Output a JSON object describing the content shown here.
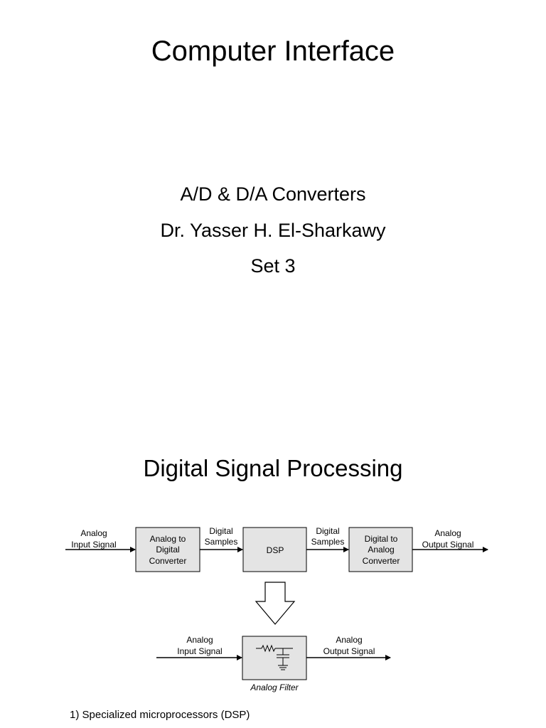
{
  "slide1": {
    "title": "Computer Interface",
    "subtitle_lines": [
      "A/D & D/A Converters",
      "Dr. Yasser H. El-Sharkawy",
      "Set 3"
    ]
  },
  "slide2": {
    "title": "Digital Signal Processing",
    "diagram": {
      "top_chain": {
        "input_label": [
          "Analog",
          "Input Signal"
        ],
        "adc_label": [
          "Analog to",
          "Digital",
          "Converter"
        ],
        "samples_label_1": [
          "Digital",
          "Samples"
        ],
        "dsp_label": "DSP",
        "samples_label_2": [
          "Digital",
          "Samples"
        ],
        "dac_label": [
          "Digital to",
          "Analog",
          "Converter"
        ],
        "output_label": [
          "Analog",
          "Output Signal"
        ]
      },
      "bottom_chain": {
        "input_label": [
          "Analog",
          "Input Signal"
        ],
        "filter_caption": "Analog Filter",
        "output_label": [
          "Analog",
          "Output Signal"
        ]
      }
    },
    "caption": "1) Specialized microprocessors (DSP)"
  }
}
